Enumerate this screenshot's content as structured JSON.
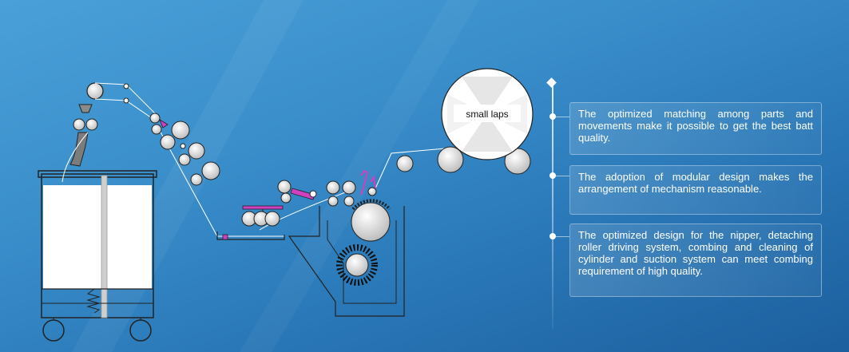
{
  "diagram": {
    "lap_label": "small laps"
  },
  "features": [
    {
      "text": "The optimized matching among parts and movements make it possible to get the best batt quality."
    },
    {
      "text": "The adoption of modular design makes the arrangement of mechanism reasonable."
    },
    {
      "text": "The optimized design for the nipper, detaching roller driving system, combing and cleaning of cylinder and suction system can meet combing requirement of high quality."
    }
  ],
  "colors": {
    "accent": "#d040c0",
    "stroke": "#222222",
    "roller_fill": "#dcdcdc",
    "panel_text": "#ffffff"
  }
}
